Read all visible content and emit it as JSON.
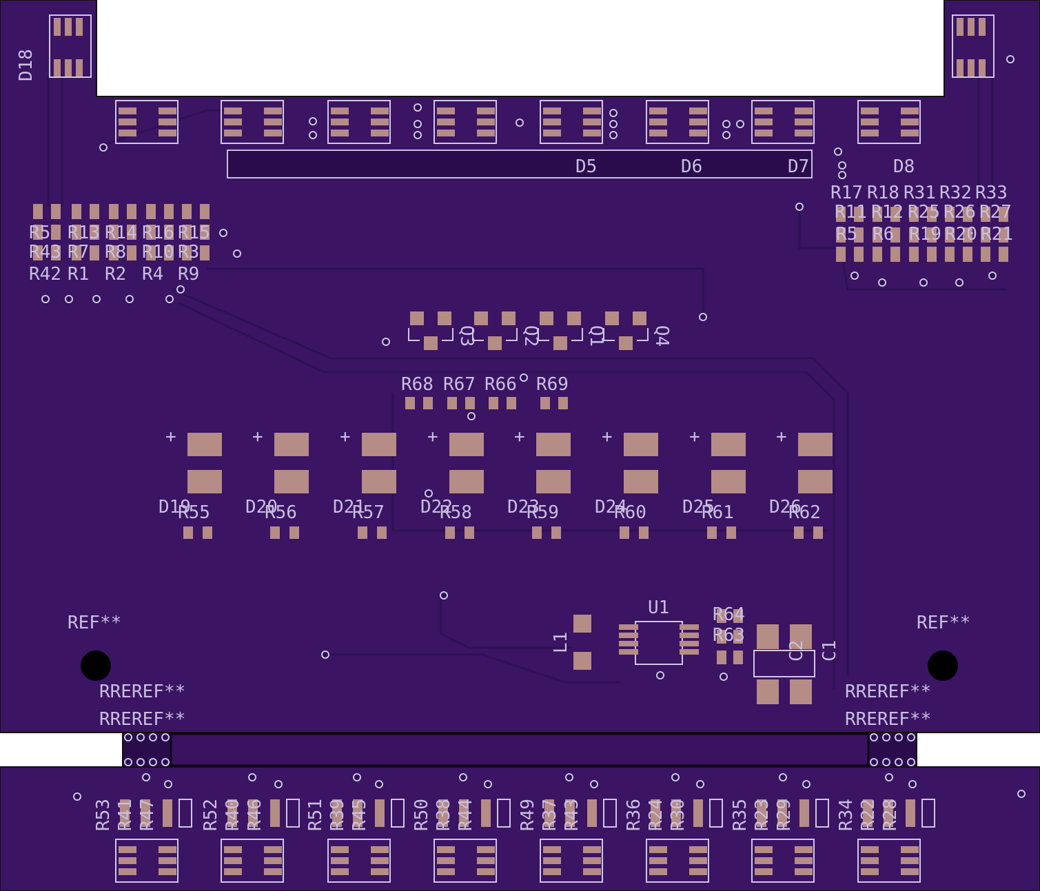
{
  "colors": {
    "board": "#3b1463",
    "board_dark": "#2a0c4c",
    "pad": "#b58c86",
    "silkscreen": "#c8bfe0",
    "background": "#ffffff"
  },
  "top_labels": {
    "d18": "D18",
    "diodes": [
      "D5",
      "D6",
      "D7",
      "D8"
    ]
  },
  "left_resistors": {
    "row1": [
      "R5",
      "R13",
      "R14",
      "R16",
      "R15"
    ],
    "row2": [
      "R43",
      "R7",
      "R8",
      "R10",
      "R3"
    ],
    "row3": [
      "R42",
      "R1",
      "R2",
      "R4",
      "R9"
    ]
  },
  "right_resistors": {
    "row1": [
      "R17",
      "R18",
      "R31",
      "R32",
      "R33"
    ],
    "row2": [
      "R11",
      "R12",
      "R25",
      "R26",
      "R27"
    ],
    "row3": [
      "R5",
      "R6",
      "R19",
      "R20",
      "R21"
    ]
  },
  "transistors": [
    "Q3",
    "Q2",
    "Q1",
    "Q4"
  ],
  "mid_resistors": [
    "R68",
    "R67",
    "R66",
    "R69"
  ],
  "cap_diodes": [
    "D19",
    "D20",
    "D21",
    "D22",
    "D23",
    "D24",
    "D25",
    "D26"
  ],
  "cap_resistors": [
    "R55",
    "R56",
    "R57",
    "R58",
    "R59",
    "R60",
    "R61",
    "R62"
  ],
  "plus_sign": "+",
  "power": {
    "u1": "U1",
    "l1": "L1",
    "r64": "R64",
    "r63": "R63",
    "c1": "C1",
    "c2": "C2"
  },
  "refs": {
    "ref_left": "REF**",
    "ref_right": "REF**",
    "ref_stack_left_1": "RREREF**",
    "ref_stack_left_2": "RREREF**",
    "ref_stack_right_1": "RREREF**",
    "ref_stack_right_2": "RREREF**"
  },
  "bottom_resistors": {
    "groups": [
      {
        "a": "R53",
        "b": "R41",
        "c": "R47"
      },
      {
        "a": "R52",
        "b": "R40",
        "c": "R46"
      },
      {
        "a": "R51",
        "b": "R39",
        "c": "R45"
      },
      {
        "a": "R50",
        "b": "R38",
        "c": "R44"
      },
      {
        "a": "R49",
        "b": "R37",
        "c": "R43"
      },
      {
        "a": "R36",
        "b": "R24",
        "c": "R30"
      },
      {
        "a": "R35",
        "b": "R23",
        "c": "R29"
      },
      {
        "a": "R34",
        "b": "R22",
        "c": "R28"
      }
    ]
  }
}
